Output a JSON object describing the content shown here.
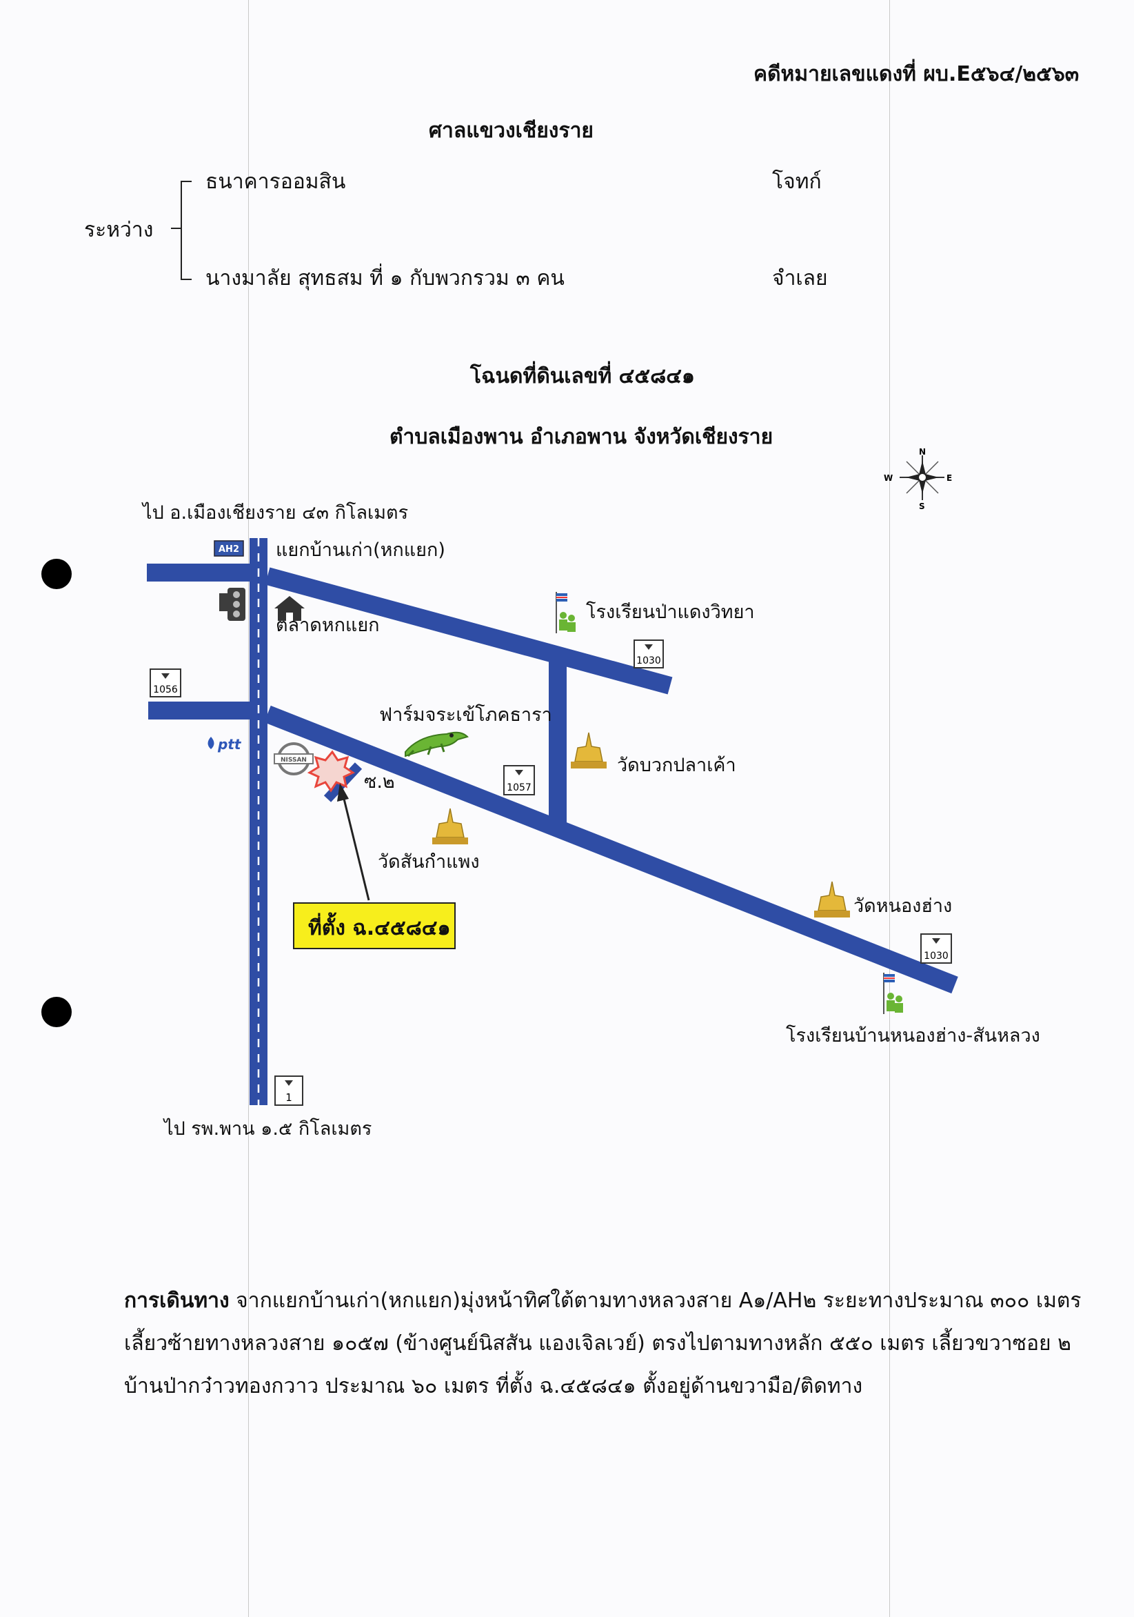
{
  "header": {
    "case_number": "คดีหมายเลขแดงที่ ผบ.E๕๖๔/๒๕๖๓",
    "court": "ศาลแขวงเชียงราย",
    "between_label": "ระหว่าง",
    "plaintiff_name": "ธนาคารออมสิน",
    "plaintiff_role": "โจทก์",
    "defendant_name": "นางมาลัย  สุทธสม ที่ ๑ กับพวกรวม ๓ คน",
    "defendant_role": "จำเลย",
    "title_line1": "โฉนดที่ดินเลขที่ ๔๕๘๔๑",
    "title_line2": "ตำบลเมืองพาน อำเภอพาน จังหวัดเชียงราย"
  },
  "compass": {
    "n": "N",
    "s": "S",
    "e": "E",
    "w": "W"
  },
  "map": {
    "to_city": "ไป อ.เมืองเชียงราย ๔๓ กิโลเมตร",
    "junction": "แยกบ้านเก่า(หกแยก)",
    "market": "ตลาดหกแยก",
    "school1": "โรงเรียนป่าแดงวิทยา",
    "farm": "ฟาร์มจระเข้โภคธารา",
    "temp1": "วัดบวกปลาเค้า",
    "soi": "ซ.๒",
    "temple2": "วัดสันกำแพง",
    "temple3": "วัดหนองฮ่าง",
    "school2": "โรงเรียนบ้านหนองฮ่าง-สันหลวง",
    "to_hospital": "ไป รพ.พาน ๑.๕ กิโลเมตร",
    "site_label": "ที่ตั้ง ฉ.๔๕๘๔๑",
    "ptt": "ptt",
    "nissan": "NISSAN",
    "route_ah2": "AH2",
    "route_1030_top": "1030",
    "route_1056": "1056",
    "route_1057": "1057",
    "route_1030_bottom": "1030",
    "route_1": "1"
  },
  "directions": {
    "label": "การเดินทาง",
    "line1_rest": " จากแยกบ้านเก่า(หกแยก)มุ่งหน้าทิศใต้ตามทางหลวงสาย A๑/AH๒ ระยะทางประมาณ ๓๐๐ เมตร",
    "line2": "เลี้ยวซ้ายทางหลวงสาย ๑๐๕๗ (ข้างศูนย์นิสสัน แองเจิลเวย์) ตรงไปตามทางหลัก ๕๕๐ เมตร เลี้ยวขวาซอย ๒",
    "line3": "บ้านป่ากว๋าวทองกวาว ประมาณ ๖๐ เมตร ที่ตั้ง ฉ.๔๕๘๔๑ ตั้งอยู่ด้านขวามือ/ติดทาง"
  },
  "colors": {
    "road": "#2f4da5",
    "site_box": "#f7ee1c",
    "star": "#e8463c"
  }
}
